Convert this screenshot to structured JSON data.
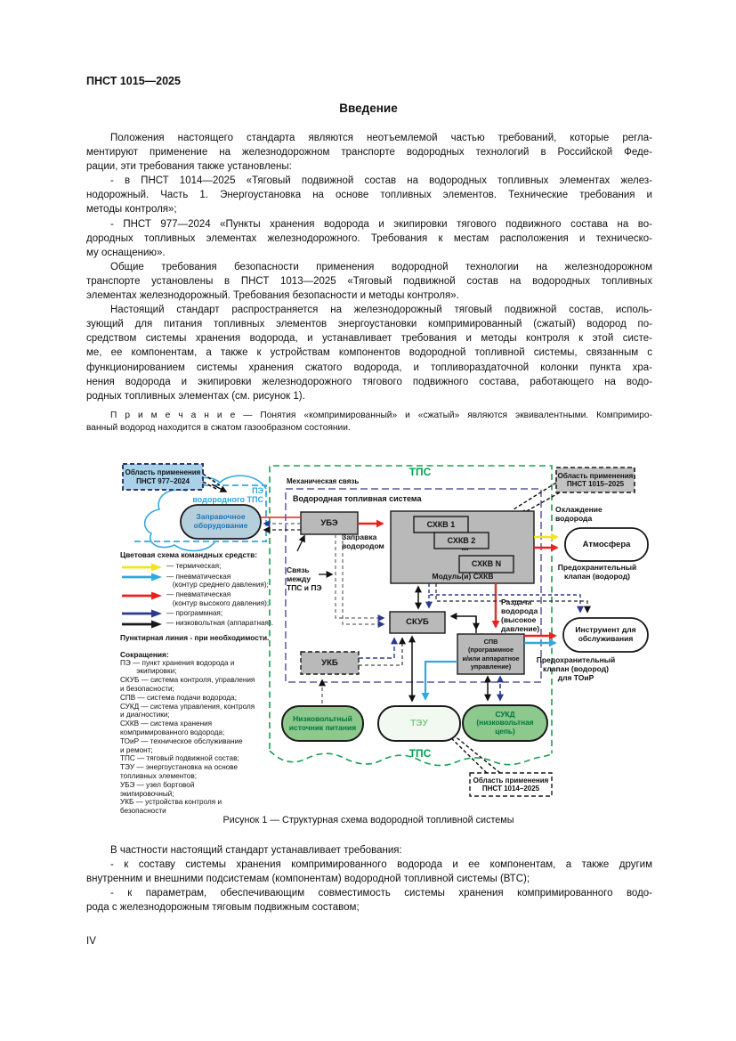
{
  "page": {
    "header": "ПНСТ 1015—2025",
    "title": "Введение",
    "footer": "IV",
    "figure_caption": "Рисунок 1 — Структурная схема водородной топливной системы"
  },
  "intro_paragraphs": [
    {
      "lines": [
        "Положения настоящего стандарта являются неотъемлемой частью требований, которые регла-",
        "ментируют применение на железнодорожном транспорте водородных технологий в Российской Феде-",
        "рации, эти требования также установлены:"
      ]
    },
    {
      "lines": [
        "- в ПНСТ 1014—2025 «Тяговый подвижной состав на водородных топливных элементах желез-",
        "нодорожный. Часть 1. Энергоустановка на основе топливных элементов. Технические требования и",
        "методы контроля»;"
      ]
    },
    {
      "lines": [
        "- ПНСТ 977—2024 «Пункты хранения водорода и экипировки тягового подвижного состава на во-",
        "дородных топливных элементах железнодорожного. Требования к местам расположения и техническо-",
        "му оснащению»."
      ]
    },
    {
      "lines": [
        "Общие требования безопасности применения водородной технологии на железнодорожном",
        "транспорте установлены в ПНСТ 1013—2025 «Тяговый подвижной состав на водородных топливных",
        "элементах железнодорожный. Требования безопасности и методы контроля»."
      ]
    },
    {
      "lines": [
        "Настоящий стандарт распространяется на железнодорожный тяговый подвижной состав, исполь-",
        "зующий для питания топливных элементов энергоустановки компримированный (сжатый) водород по-",
        "средством системы хранения водорода, и устанавливает требования и методы контроля к этой систе-",
        "ме, ее компонентам, а также к устройствам компонентов водородной топливной системы, связанным с",
        "функционированием системы хранения сжатого водорода, и топливораздаточной колонки пункта хра-",
        "нения водорода и экипировки железнодорожного тягового подвижного состава, работающего на водо-",
        "родных топливных элементах (см. рисунок 1)."
      ]
    },
    {
      "note": true,
      "lines": [
        "П р и м е ч а н и е — Понятия «компримированный» и «сжатый» являются эквивалентными. Компримиро-",
        "ванный водород находится в сжатом газообразном состоянии."
      ]
    }
  ],
  "after_paragraphs": [
    {
      "lines": [
        "В частности настоящий стандарт устанавливает требования:"
      ]
    },
    {
      "lines": [
        "- к составу системы хранения компримированного водорода и ее компонентам, а также другим",
        "внутренним и внешними подсистемам (компонентам) водородной топливной системы (ВТС);"
      ]
    },
    {
      "lines": [
        "- к параметрам, обеспечивающим совместимость системы хранения компримированного водо-",
        "рода с железнодорожным тяговым подвижным составом;"
      ]
    }
  ],
  "figure": {
    "labels": {
      "scope977": "Область применения\nПНСТ 977–2024",
      "scope1015": "Область применения\nПНСТ 1015–2025",
      "scope1014": "Область применения\nПНСТ 1014–2025",
      "pe": "ПЭ\nводородного ТПС",
      "refuel_equipment": "Заправочное\nоборудование",
      "tps_top": "ТПС",
      "tps_bottom": "ТПС",
      "mech_link": "Механическая связь",
      "vts": "Водородная топливная система",
      "ube": "УБЭ",
      "sxkv1": "СХКВ 1",
      "sxkv2": "СХКВ 2",
      "dots": "...",
      "sxkvn": "СХКВ N",
      "sxkv_module": "Модуль(и) СХКВ",
      "refueling": "Заправка\nводородом",
      "link_tps_pe": "Связь\nмежду\nТПС и ПЭ",
      "skub": "СКУБ",
      "ukb": "УКБ",
      "spv": "СПВ\n(программное\nи/или аппаратное\nуправление)",
      "h2_dispense": "Раздача\nводорода\n(высокое\nдавление)",
      "h2_cooling": "Охлаждение\nводорода",
      "atmosphere": "Атмосфера",
      "relief_valve": "Предохранительный\nклапан (водород)",
      "service_tool": "Инструмент для\nобслуживания",
      "relief_valve_toir": "Предохранительный\nклапан (водород)\nдля ТОиР",
      "lv_source": "Низковольтный\nисточник питания",
      "teu": "ТЭУ",
      "sukd": "СУКД\n(низковольтная\nцепь)"
    },
    "legend": {
      "title": "Цветовая схема командных средств:",
      "items": [
        {
          "color": "#f2e41e",
          "label": "— термическая;"
        },
        {
          "color": "#30a9e0",
          "label": "— пневматическая\n   (контур среднего давления);"
        },
        {
          "color": "#e8231f",
          "label": "— пневматическая\n   (контур высокого давления);"
        },
        {
          "color": "#2b3990",
          "label": "— программная;"
        },
        {
          "color": "#1a1a1a",
          "label": "— низковольтная (аппаратная)."
        }
      ],
      "note": "Пунктирная линия - при необходимости."
    },
    "abbreviations": {
      "title": "Сокращения:",
      "lines": [
        "ПЭ — пункт хранения водорода и",
        "        экипировки;",
        "СКУБ — система контроля, управления",
        "и безопасности;",
        "СПВ — система подачи водорода;",
        "СУКД — система управления, контроля",
        "и диагностики;",
        "СХКВ — система хранения",
        "компримированного водорода;",
        "ТОиР — техническое обслуживание",
        "и ремонт;",
        "ТПС — тяговый подвижной состав;",
        "ТЭУ — энергоустановка на основе",
        "топливных элементов;",
        "УБЭ — узел бортовой",
        "экипировочный;",
        "УКБ — устройства контроля и",
        "безопасности"
      ]
    },
    "colors": {
      "tps_green": "#1f9d55",
      "vts_border": "#5c5c9c",
      "pe_cyan": "#35a8e0",
      "box_grey": "#b9b9b9",
      "capsule_green": "#8dc98d",
      "green_text": "#00743d",
      "scope977_fill": "#a9d2e9",
      "refuel_fill": "#b6cfdc",
      "refuel_text": "#1b75bc"
    }
  }
}
